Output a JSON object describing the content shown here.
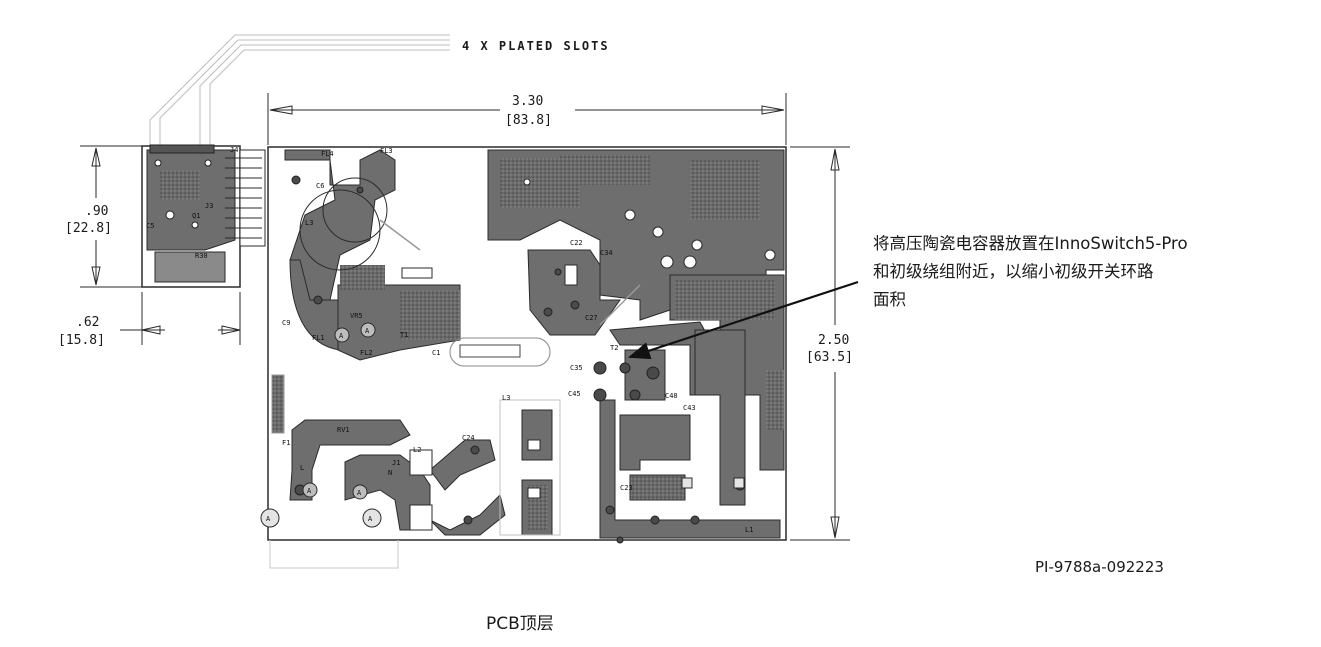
{
  "drawing": {
    "slots_label": "4 X PLATED SLOTS",
    "width_in": "3.30",
    "width_mm": "[83.8]",
    "height_in": "2.50",
    "height_mm": "[63.5]",
    "side_height_in": ".90",
    "side_height_mm": "[22.8]",
    "side_width_in": ".62",
    "side_width_mm": "[15.8]"
  },
  "callout": {
    "line1": "将高压陶瓷电容器放置在InnoSwitch5-Pro",
    "line2": "和初级绕组附近，以缩小初级开关环路",
    "line3": "面积"
  },
  "drawing_id": "PI-9788a-092223",
  "caption": "PCB顶层",
  "refdes": [
    "FL4",
    "FL3",
    "C6",
    "L3",
    "C9",
    "FL1",
    "VR5",
    "T1",
    "FL2",
    "C1",
    "C22",
    "C34",
    "C27",
    "T2",
    "C35",
    "C45",
    "C48",
    "C43",
    "C23",
    "L1",
    "L3",
    "RV1",
    "C24",
    "F1",
    "L",
    "J1",
    "N",
    "L2",
    "Q1",
    "J3",
    "C5",
    "R30",
    "J4",
    "A"
  ],
  "colors": {
    "copper": "#6e6e6e",
    "outline": "#2b2b2b",
    "ghost": "#c8c8c8"
  }
}
